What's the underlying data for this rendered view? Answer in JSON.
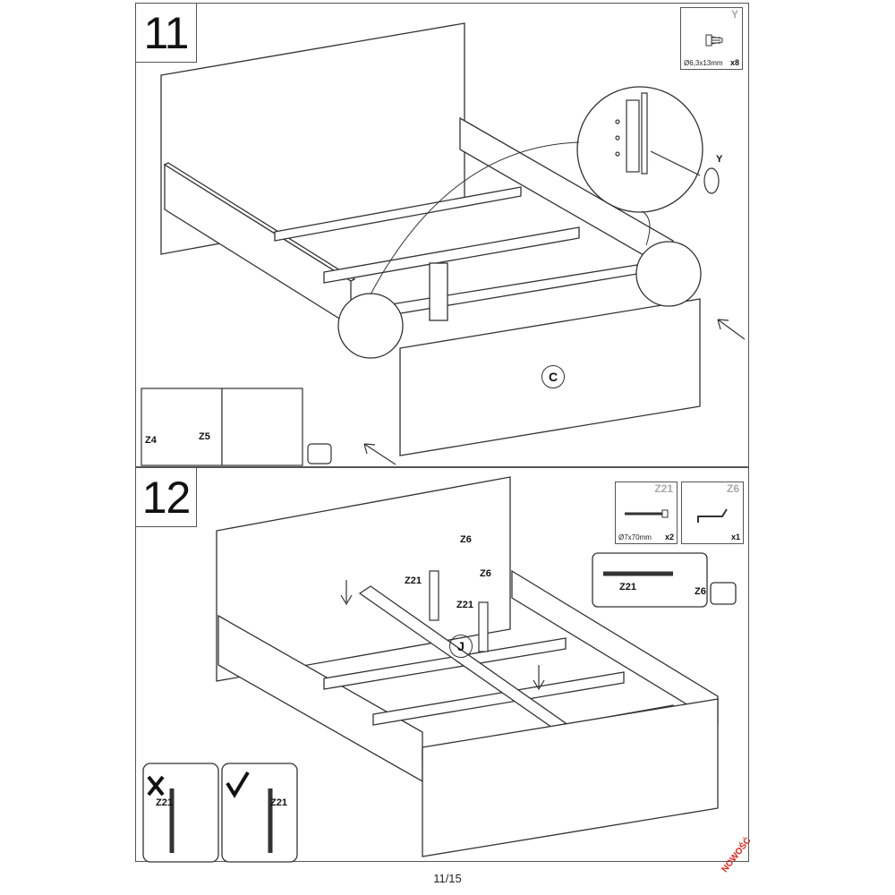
{
  "page": {
    "number": "11/15",
    "brand": "NOWOŚĆ"
  },
  "step11": {
    "number": "11",
    "part": {
      "letter": "Y",
      "dimension": "Ø6,3x13mm",
      "quantity": "x8"
    },
    "callouts": {
      "screw": "Y",
      "panel": "C"
    },
    "inset": {
      "dowel": "Z4",
      "cam": "Z5"
    }
  },
  "step12": {
    "number": "12",
    "parts": [
      {
        "letter": "Z21",
        "dimension": "Ø7x70mm",
        "quantity": "x2"
      },
      {
        "letter": "Z6",
        "dimension": "",
        "quantity": "x1"
      }
    ],
    "callouts": {
      "bar": "J",
      "bolt_left": "Z21",
      "bolt_right": "Z21",
      "key_top": "Z6",
      "key_mid": "Z6"
    },
    "detail": {
      "bolt": "Z21",
      "key": "Z6"
    },
    "wrong_right": {
      "wrong": "Z21",
      "right": "Z21"
    }
  }
}
